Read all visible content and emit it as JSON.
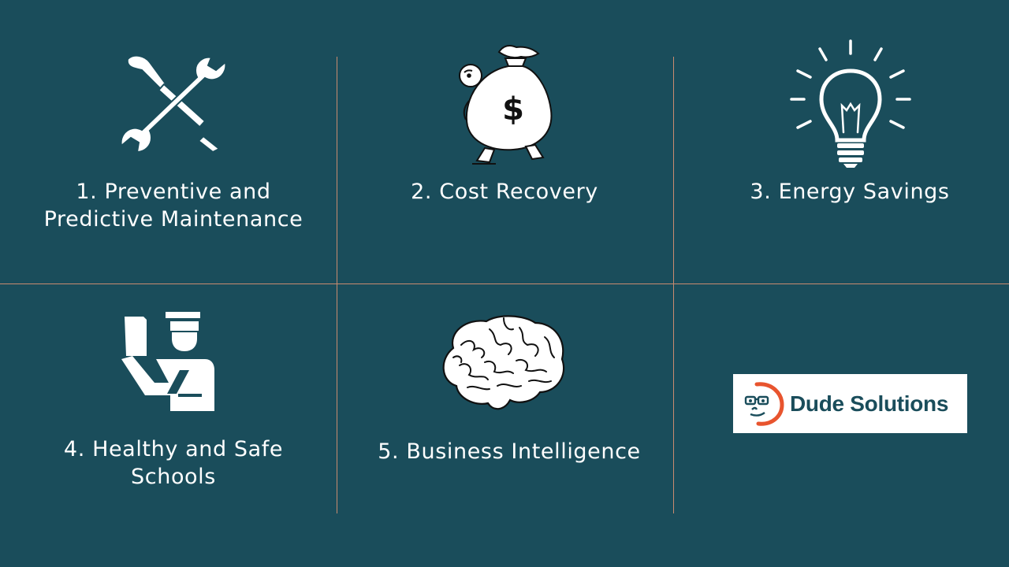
{
  "slide": {
    "items": [
      {
        "label": "1. Preventive and\nPredictive Maintenance",
        "icon": "wrench-screwdriver-icon"
      },
      {
        "label": "2. Cost Recovery",
        "icon": "money-bag-icon"
      },
      {
        "label": "3. Energy Savings",
        "icon": "light-bulb-icon"
      },
      {
        "label": "4. Healthy and Safe\nSchools",
        "icon": "security-officer-icon"
      },
      {
        "label": "5. Business Intelligence",
        "icon": "brain-icon"
      }
    ],
    "logo": {
      "text": "Dude Solutions",
      "icon": "dude-face-icon"
    }
  },
  "colors": {
    "background": "#1a4d5b",
    "divider": "#c98b6f",
    "logo_accent": "#e8542e"
  }
}
